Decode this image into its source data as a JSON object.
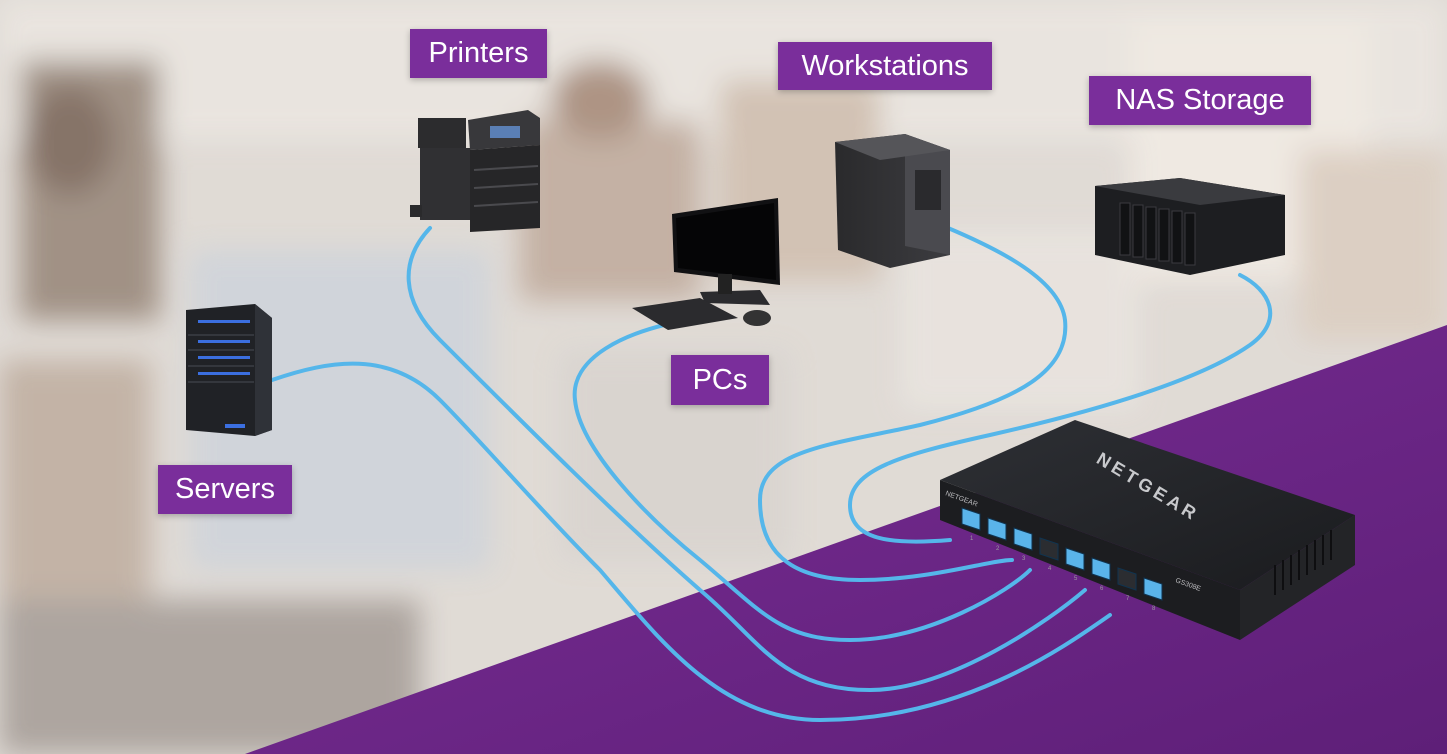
{
  "labels": {
    "printers": "Printers",
    "workstations": "Workstations",
    "nas_storage": "NAS Storage",
    "pcs": "PCs",
    "servers": "Servers"
  },
  "switch": {
    "brand": "NETGEAR",
    "front_brand": "NETGEAR",
    "model": "GS308E",
    "port_numbers": [
      "1",
      "2",
      "3",
      "4",
      "5",
      "6",
      "7",
      "8"
    ]
  },
  "colors": {
    "label_bg": "#7a2e9b",
    "floor": "#6a2483",
    "cable": "#55b6ea",
    "switch_body": "#1e1f22"
  },
  "icons": {
    "printer": "printer-icon",
    "workstation": "workstation-tower-icon",
    "nas": "nas-storage-icon",
    "pc": "pc-monitor-icon",
    "server": "server-rack-icon",
    "switch": "network-switch-icon"
  }
}
